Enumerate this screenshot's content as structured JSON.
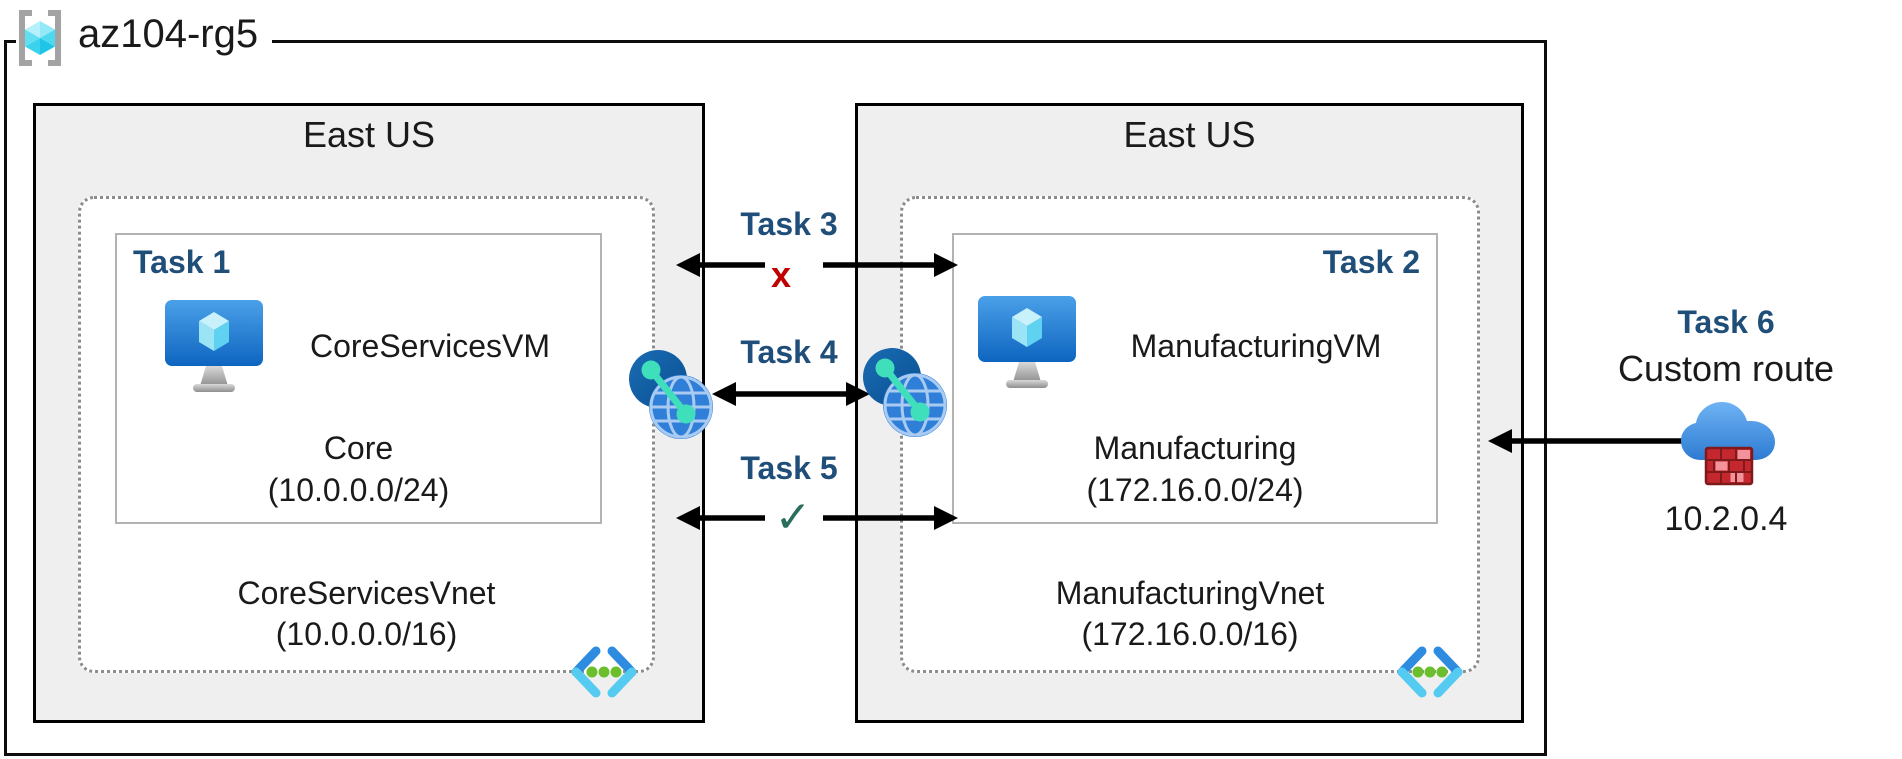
{
  "resource_group": {
    "label": "az104-rg5"
  },
  "regions": {
    "left": {
      "title": "East US",
      "subnet": {
        "task_label": "Task 1",
        "vm_name": "CoreServicesVM",
        "name": "Core",
        "cidr": "(10.0.0.0/24)"
      },
      "vnet": {
        "name": "CoreServicesVnet",
        "cidr": "(10.0.0.0/16)"
      }
    },
    "right": {
      "title": "East US",
      "subnet": {
        "task_label": "Task 2",
        "vm_name": "ManufacturingVM",
        "name": "Manufacturing",
        "cidr": "(172.16.0.0/24)"
      },
      "vnet": {
        "name": "ManufacturingVnet",
        "cidr": "(172.16.0.0/16)"
      }
    }
  },
  "connections": {
    "task3": {
      "label": "Task 3",
      "status_mark": "x"
    },
    "task4": {
      "label": "Task 4"
    },
    "task5": {
      "label": "Task 5",
      "status_mark": "✓"
    },
    "task6": {
      "label": "Task 6",
      "description": "Custom route",
      "ip": "10.2.0.4"
    }
  },
  "icons": {
    "resource_group": "resource-group-bracket-cube-icon",
    "virtual_machine": "vm-monitor-cube-icon",
    "virtual_network": "vnet-chevron-dots-icon",
    "vnet_peering": "globe-peering-icon",
    "custom_route": "cloud-firewall-icon"
  },
  "colors": {
    "task_label": "#1F4E79",
    "blocked_x": "#C00000",
    "allowed_check": "#2A6E5E",
    "region_fill": "#EFEFEF",
    "dotted_border": "#8C8C8C",
    "arrow": "#000000"
  }
}
